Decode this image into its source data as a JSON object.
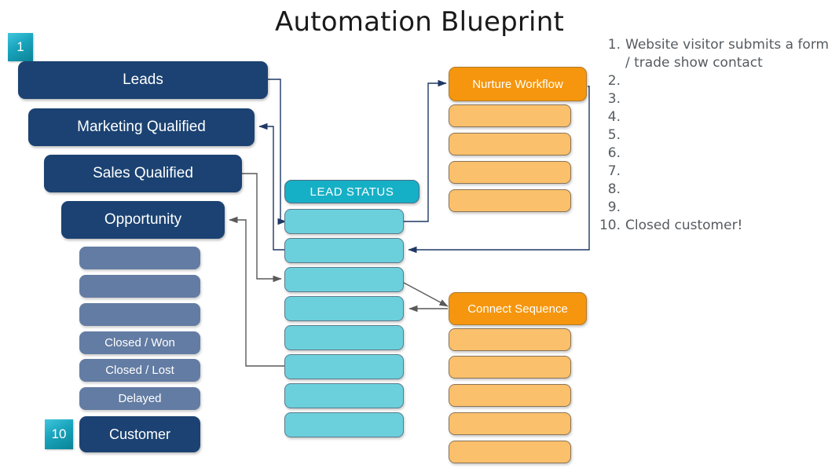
{
  "title": "Automation Blueprint",
  "badges": [
    {
      "name": "badge-step-1",
      "label": "1"
    },
    {
      "name": "badge-step-10",
      "label": "10"
    }
  ],
  "funnel": {
    "stages": [
      {
        "label": "Leads"
      },
      {
        "label": "Marketing Qualified"
      },
      {
        "label": "Sales Qualified"
      },
      {
        "label": "Opportunity"
      }
    ],
    "substages": [
      {
        "label": ""
      },
      {
        "label": ""
      },
      {
        "label": ""
      },
      {
        "label": "Closed / Won"
      },
      {
        "label": "Closed / Lost"
      },
      {
        "label": "Delayed"
      }
    ],
    "customer": {
      "label": "Customer"
    }
  },
  "lead_status": {
    "header": "LEAD STATUS",
    "rows": [
      "",
      "",
      "",
      "",
      "",
      "",
      "",
      ""
    ]
  },
  "nurture_workflow": {
    "header": "Nurture Workflow",
    "rows": [
      "",
      "",
      "",
      ""
    ]
  },
  "connect_sequence": {
    "header": "Connect Sequence",
    "rows": [
      "",
      "",
      "",
      "",
      ""
    ]
  },
  "steps": [
    {
      "num": "1.",
      "text": "Website visitor submits a form / trade show contact"
    },
    {
      "num": "2.",
      "text": ""
    },
    {
      "num": "3.",
      "text": ""
    },
    {
      "num": "4.",
      "text": ""
    },
    {
      "num": "5.",
      "text": ""
    },
    {
      "num": "6.",
      "text": ""
    },
    {
      "num": "7.",
      "text": ""
    },
    {
      "num": "8.",
      "text": ""
    },
    {
      "num": "9.",
      "text": ""
    },
    {
      "num": "10.",
      "text": "Closed customer!"
    }
  ],
  "colors": {
    "navy": "#1B4272",
    "gray_blue": "#637CA3",
    "teal_header": "#16B0C6",
    "teal_row": "#6BD0DC",
    "orange_header": "#F5960E",
    "orange_row": "#FBC06B",
    "badge_teal": "#19A3BC",
    "connector_navy": "#1F3864",
    "connector_gray": "#595959",
    "text_gray": "#555b60"
  }
}
